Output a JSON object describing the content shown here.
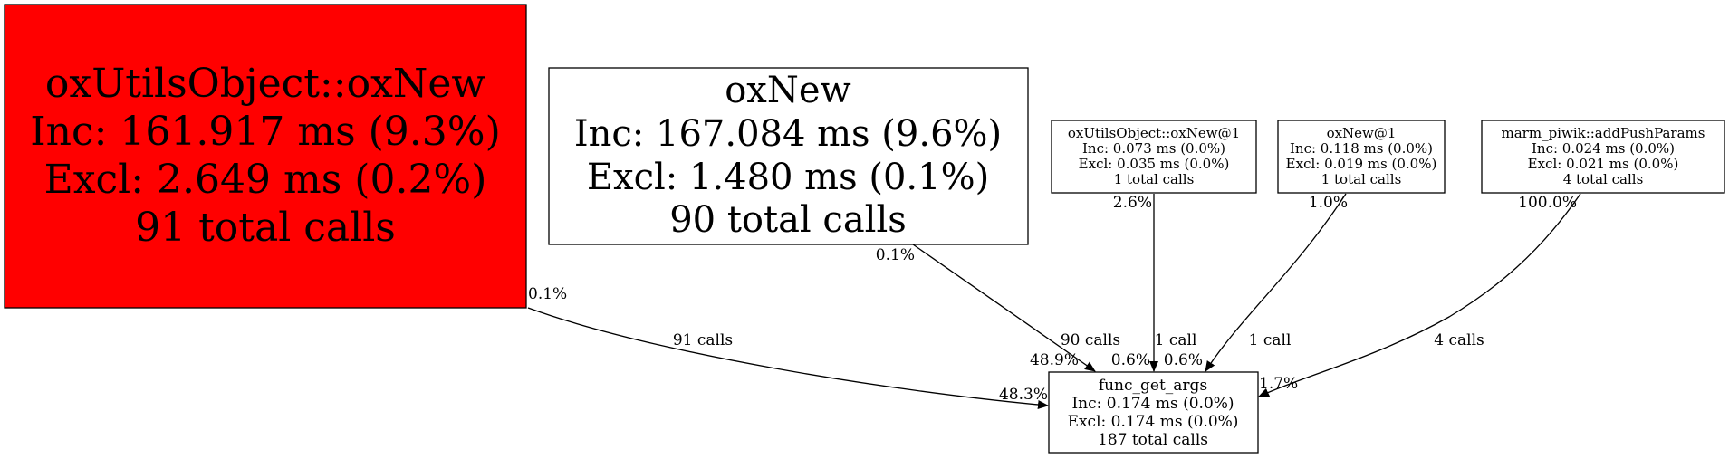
{
  "graph": {
    "nodes": [
      {
        "id": "oxutils_oxnew",
        "title": "oxUtilsObject::oxNew",
        "inc": "Inc: 161.917 ms (9.3%)",
        "excl": "Excl: 2.649 ms (0.2%)",
        "calls": "91 total calls",
        "fill": "#ff0000"
      },
      {
        "id": "oxnew",
        "title": "oxNew",
        "inc": "Inc: 167.084 ms (9.6%)",
        "excl": "Excl: 1.480 ms (0.1%)",
        "calls": "90 total calls",
        "fill": "#ffffff"
      },
      {
        "id": "oxutils_oxnew_1",
        "title": "oxUtilsObject::oxNew@1",
        "inc": "Inc: 0.073 ms (0.0%)",
        "excl": "Excl: 0.035 ms (0.0%)",
        "calls": "1 total calls",
        "fill": "#ffffff"
      },
      {
        "id": "oxnew_1",
        "title": "oxNew@1",
        "inc": "Inc: 0.118 ms (0.0%)",
        "excl": "Excl: 0.019 ms (0.0%)",
        "calls": "1 total calls",
        "fill": "#ffffff"
      },
      {
        "id": "marm_piwik",
        "title": "marm_piwik::addPushParams",
        "inc": "Inc: 0.024 ms (0.0%)",
        "excl": "Excl: 0.021 ms (0.0%)",
        "calls": "4 total calls",
        "fill": "#ffffff"
      },
      {
        "id": "func_get_args",
        "title": "func_get_args",
        "inc": "Inc: 0.174 ms (0.0%)",
        "excl": "Excl: 0.174 ms (0.0%)",
        "calls": "187 total calls",
        "fill": "#ffffff"
      }
    ],
    "edges": [
      {
        "from": "oxutils_oxnew",
        "to": "func_get_args",
        "tail_label": "0.1%",
        "label": "91 calls",
        "head_label": "48.3%"
      },
      {
        "from": "oxnew",
        "to": "func_get_args",
        "tail_label": "0.1%",
        "label": "90 calls",
        "head_label": "48.9%"
      },
      {
        "from": "oxutils_oxnew_1",
        "to": "func_get_args",
        "tail_label": "2.6%",
        "label": "1 call",
        "head_label": "0.6%"
      },
      {
        "from": "oxnew_1",
        "to": "func_get_args",
        "tail_label": "1.0%",
        "label": "1 call",
        "head_label": "0.6%"
      },
      {
        "from": "marm_piwik",
        "to": "func_get_args",
        "tail_label": "100.0%",
        "label": "4 calls",
        "head_label": "1.7%"
      }
    ]
  }
}
